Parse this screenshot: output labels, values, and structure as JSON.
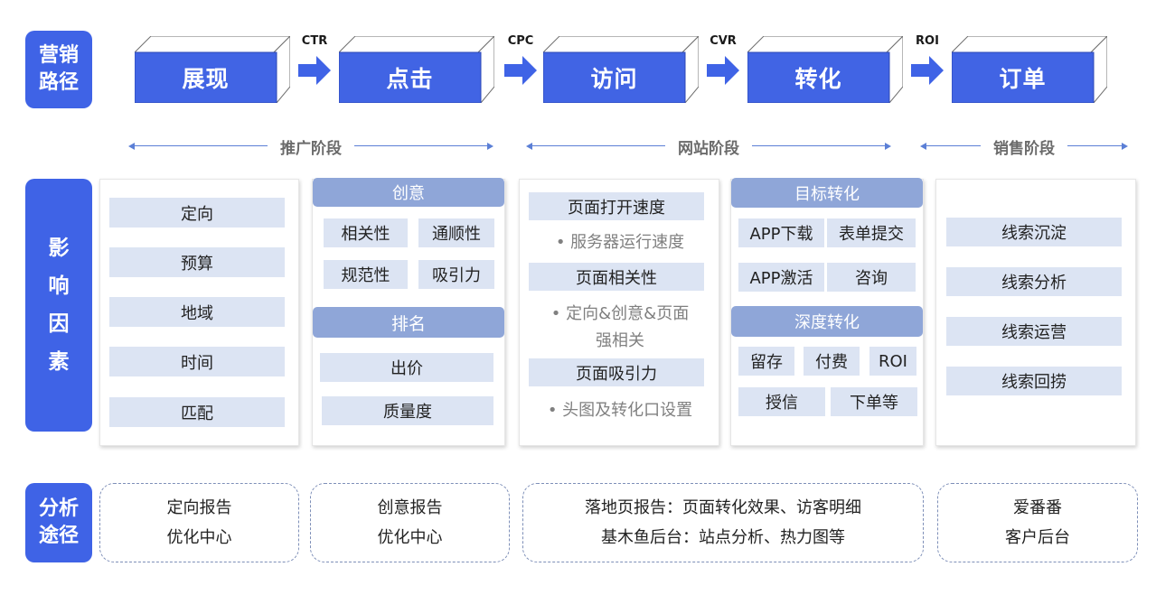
{
  "side_labels": {
    "path": [
      "营销",
      "路径"
    ],
    "factors": [
      "影",
      "响",
      "因",
      "素"
    ],
    "analysis": [
      "分析",
      "途径"
    ]
  },
  "funnel": {
    "steps": [
      "展现",
      "点击",
      "访问",
      "转化",
      "订单"
    ],
    "metrics": [
      "CTR",
      "CPC",
      "CVR",
      "ROI"
    ]
  },
  "stages": [
    "推广阶段",
    "网站阶段",
    "销售阶段"
  ],
  "panels": {
    "exposure": [
      "定向",
      "预算",
      "地域",
      "时间",
      "匹配"
    ],
    "click": {
      "creative_head": "创意",
      "creative_items": [
        "相关性",
        "通顺性",
        "规范性",
        "吸引力"
      ],
      "rank_head": "排名",
      "rank_items": [
        "出价",
        "质量度"
      ]
    },
    "visit": {
      "item1": "页面打开速度",
      "bullet1": "•  服务器运行速度",
      "item2": "页面相关性",
      "bullet2a": "•  定向&创意&页面",
      "bullet2b": "强相关",
      "item3": "页面吸引力",
      "bullet3": "•  头图及转化口设置"
    },
    "convert": {
      "goal_head": "目标转化",
      "goal_items": [
        "APP下载",
        "表单提交",
        "APP激活",
        "咨询"
      ],
      "deep_head": "深度转化",
      "deep_items": [
        "留存",
        "付费",
        "ROI",
        "授信",
        "下单等"
      ]
    },
    "order": [
      "线索沉淀",
      "线索分析",
      "线索运营",
      "线索回捞"
    ]
  },
  "analysis": [
    [
      "定向报告",
      "优化中心"
    ],
    [
      "创意报告",
      "优化中心"
    ],
    [
      "落地页报告：页面转化效果、访客明细",
      "基木鱼后台：站点分析、热力图等"
    ],
    [
      "爱番番",
      "客户后台"
    ]
  ],
  "colors": {
    "primary": "#3f63e6",
    "box_front": "#4164e4",
    "cell": "#dce4f3",
    "head": "#8fa6d8",
    "stage_line": "#5b7fd6"
  }
}
